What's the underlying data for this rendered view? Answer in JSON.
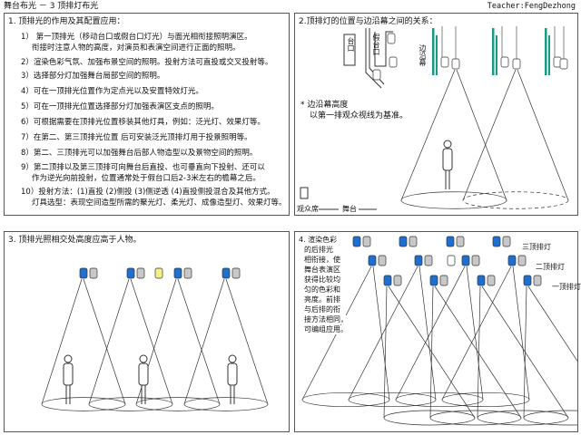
{
  "header": {
    "title": "舞台布光 － 3 顶排灯布光",
    "teacher": "Teacher:FengDezhong"
  },
  "panel1": {
    "heading": "1. 顶排光的作用及其配置应用：",
    "items": [
      [
        "1）  第一顶排光（移动台口或假台口灯光）与面光相衔接照明演区。",
        "衔接时注意人物的高度，对演员和表演空间进行正面的照明。"
      ],
      [
        "2）渲染色彩气氛、加强布景空间的照明。投射方法可直投或交叉投射等。"
      ],
      [
        "3）选择部分灯加强舞台局部空间的照明。"
      ],
      [
        "4）可在一顶排光位置作为定点光以及安置特效灯光。"
      ],
      [
        "5）可在一顶排光位置选择部分灯加强表演区支点的照明。"
      ],
      [
        "6）可根据需要在顶排光位置移装其他灯具，例如：泛光灯、效果灯等。"
      ],
      [
        "7）在第二、第三顶排光位置 后可安装泛光顶排灯用于投景照明等。"
      ],
      [
        "8）第二、三顶排光可以加强舞台后部人物造型以及景物空间的照明。"
      ],
      [
        "9）第二顶排以及第三顶排可向舞台后直投、也可垂直向下投射、还可以",
        "作为逆光向前投射，位置通常处于假台口后2-3米左右的檐幕之后。"
      ],
      [
        "10）投射方法：(1)直投 (2)侧投 (3)侧逆透 (4)直投侧投混合及其他方式。",
        "灯具选型：表现空间造型所需的聚光灯、柔光灯、成像造型灯、效果灯等。"
      ]
    ]
  },
  "panel2": {
    "heading": "2.顶排灯的位置与边沿幕之间的关系：",
    "label_proscenium": "台口",
    "label_false_proscenium": "假台口",
    "label_border": "边沿幕",
    "note_line1": "* 边沿幕高度",
    "note_line2": "以第一排观众视线为基准。",
    "label_audience": "观众席",
    "label_stage": "舞台",
    "border_color": "#1a9a80"
  },
  "panel3": {
    "heading": "3. 顶排光照相交处高度应高于人物。"
  },
  "panel4": {
    "heading_lines": [
      "4. 渲染色彩",
      "的后排光",
      "相衔接，使",
      "舞台表演区",
      "获得比较均",
      "匀的色彩和",
      "亮度。前排",
      "与后排的衔",
      "接方法相同，",
      "可编组应用。"
    ],
    "row_labels": [
      "三顶排灯",
      "二顶排灯",
      "一顶排灯"
    ]
  },
  "colors": {
    "lamp_blue": "#1f6fd0",
    "lamp_gray": "#c8c8c8",
    "lamp_yellow": "#f3f08a"
  }
}
